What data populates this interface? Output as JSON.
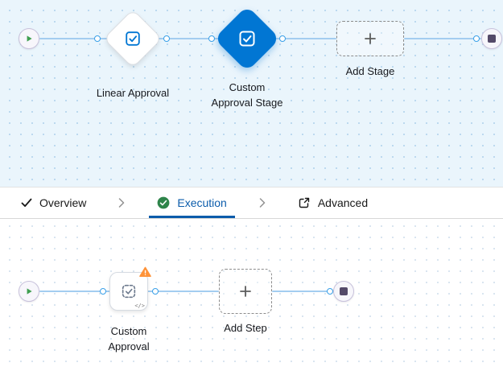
{
  "colors": {
    "accent_blue": "#0176d3",
    "active_tab_blue": "#0b5cab",
    "success_green": "#2e844a",
    "warning_orange": "#fe9339",
    "connector_blue": "#3aa0e8",
    "canvas_tint": "#eaf5fc"
  },
  "stage_canvas": {
    "linear_approval_label": "Linear Approval",
    "custom_stage_label_line1": "Custom",
    "custom_stage_label_line2": "Approval Stage",
    "add_stage_label": "Add Stage"
  },
  "tab_bar": {
    "tabs": [
      {
        "label": "Overview"
      },
      {
        "label": "Execution"
      },
      {
        "label": "Advanced"
      }
    ]
  },
  "step_canvas": {
    "custom_step_label_line1": "Custom",
    "custom_step_label_line2": "Approval",
    "code_glyph": "</>",
    "add_step_label": "Add Step"
  }
}
